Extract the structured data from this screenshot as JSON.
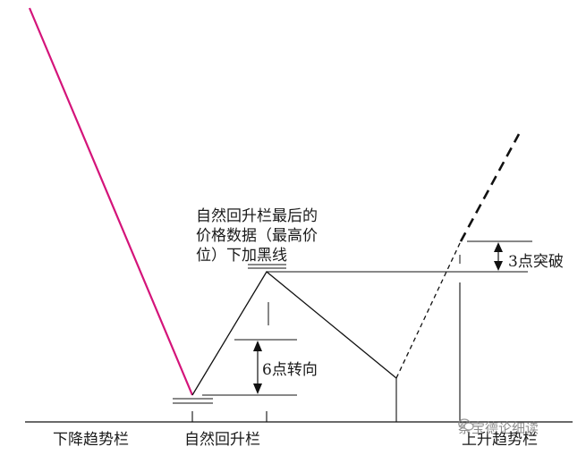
{
  "annotations": {
    "natural_rally_top_note": [
      "自然回升栏最后的",
      "价格数据（最高价",
      "位）下加黑线"
    ],
    "six_point_reversal": "6点转向",
    "three_point_breakout": "3点突破"
  },
  "columns": {
    "downtrend": "下降趋势栏",
    "natural_rally": "自然回升栏",
    "uptrend": "上升趋势栏"
  },
  "watermark": "蔡宝德论细读",
  "colors": {
    "downtrend_line": "#d4147a",
    "price_line": "#111111"
  }
}
